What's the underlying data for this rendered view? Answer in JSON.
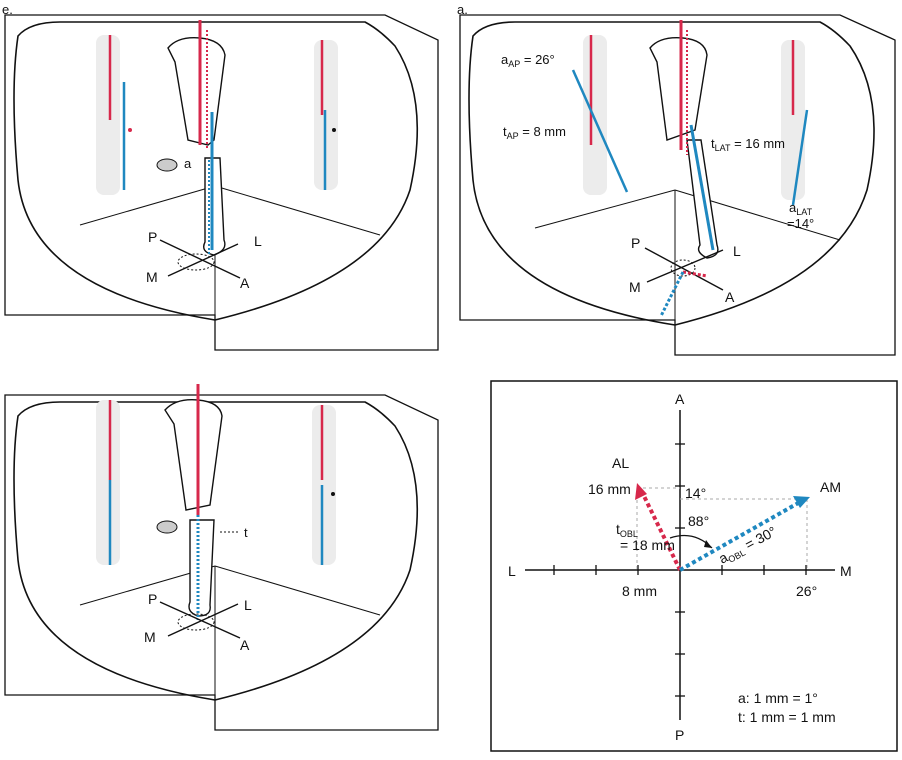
{
  "panels": {
    "top_left": {
      "label": "e.",
      "axes": {
        "p": "P",
        "l": "L",
        "m": "M",
        "a": "A"
      },
      "marker": "a"
    },
    "top_right": {
      "label": "a.",
      "axes": {
        "p": "P",
        "l": "L",
        "m": "M",
        "a": "A"
      },
      "a_ap": {
        "main": "a",
        "sub": "AP",
        "value": " = 26°"
      },
      "t_ap": {
        "main": "t",
        "sub": "AP",
        "value": " = 8 mm"
      },
      "t_lat": {
        "main": "t",
        "sub": "LAT",
        "value": " = 16 mm"
      },
      "a_lat": {
        "main": "a",
        "sub": "LAT",
        "value": "=14°"
      }
    },
    "bottom_left": {
      "axes": {
        "p": "P",
        "l": "L",
        "m": "M",
        "a": "A"
      },
      "marker": "t"
    },
    "bottom_right": {
      "axes": {
        "a": "A",
        "p": "P",
        "l": "L",
        "m": "M"
      },
      "al": "AL",
      "am": "AM",
      "al_y": "16 mm",
      "am_y": "14°",
      "l_x": "8 mm",
      "m_x": "26°",
      "angle": "88°",
      "t_obl": {
        "main": "t",
        "sub": "OBL",
        "value": "= 18 mm"
      },
      "a_obl": {
        "main": "a",
        "sub": "OBL",
        "value": " = 30°"
      },
      "legend_a": "a: 1 mm = 1°",
      "legend_t": "t: 1 mm = 1 mm"
    }
  },
  "colors": {
    "red": "#d7284b",
    "blue": "#1f88c0",
    "bone": "#ececec",
    "ink": "#111111"
  }
}
